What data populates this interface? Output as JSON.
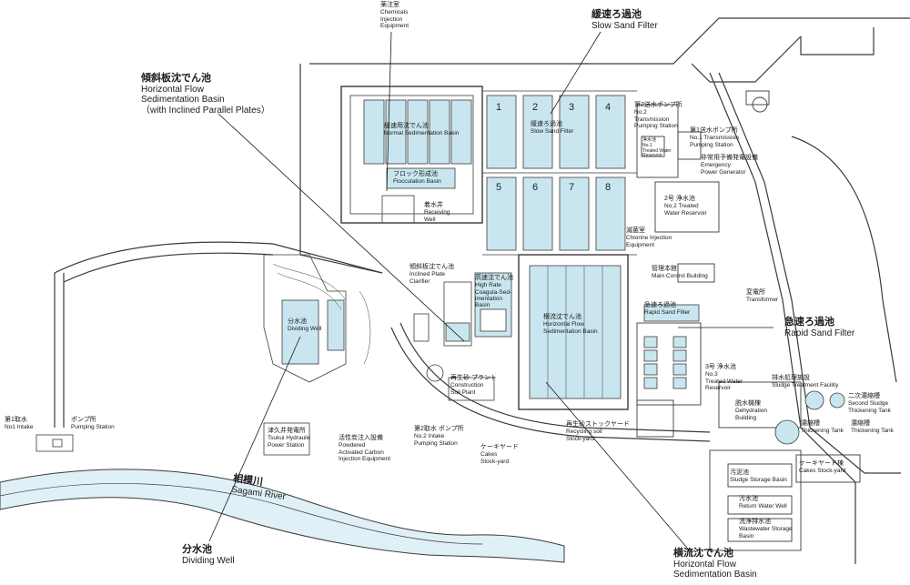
{
  "colors": {
    "water": "#c9e6f0",
    "line": "#3a3a3a",
    "river": "#dff0f6",
    "background": "#ffffff"
  },
  "callouts": {
    "slow_sand_filter": {
      "jp": "緩速ろ過池",
      "en": "Slow Sand Filter"
    },
    "horizontal_flow_inclined": {
      "jp": "傾斜板沈でん池",
      "en1": "Horizontal Flow",
      "en2": "Sedimentation Basin",
      "en3": "（with Inclined Parallel Plates）"
    },
    "rapid_sand_filter": {
      "jp": "急速ろ過池",
      "en": "Rapid Sand Filter"
    },
    "horizontal_flow": {
      "jp": "横流沈でん池",
      "en1": "Horizontal Flow",
      "en2": "Sedimentation Basin"
    },
    "dividing_well": {
      "jp": "分水池",
      "en": "Dividing Well"
    },
    "sagami_river": {
      "jp": "相模川",
      "en": "Sagami River"
    }
  },
  "labels": {
    "chemicals_injection": {
      "jp": "薬注室",
      "en1": "Chemicals",
      "en2": "Injection",
      "en3": "Equipment"
    },
    "normal_sedimentation": {
      "jp": "緩速用沈でん池",
      "en": "Normal Sedimentation Basin"
    },
    "slow_sand_filter_small": {
      "jp": "緩速ろ過池",
      "en": "Slow Sand Filter"
    },
    "flocculation": {
      "jp": "フロック形成池",
      "en": "Flocculation Basin"
    },
    "receiving_well": {
      "jp": "着水井",
      "en1": "Receiving",
      "en2": "Well"
    },
    "no2_transmission": {
      "jp": "第2送水ポンプ所",
      "en1": "No.2",
      "en2": "Transmission",
      "en3": "Pumping Station"
    },
    "no1_transmission": {
      "jp": "第1送水ポンプ所",
      "en1": "No.1 Transmission",
      "en2": "Pumping Station"
    },
    "treated_water_reservoir_small": {
      "jp": "浄水池",
      "en1": "No.1",
      "en2": "Treated Water",
      "en3": "Reservoir"
    },
    "emergency_generator": {
      "jp": "非常用予備発電設備",
      "en1": "Emergency",
      "en2": "Power Generator"
    },
    "no2_treated_reservoir": {
      "jp": "2号 浄水池",
      "en1": "No.2 Treated",
      "en2": "Water Reservoir"
    },
    "chlorine_injection": {
      "jp": "滅菌室",
      "en1": "Chlorine Injection",
      "en2": "Equipment"
    },
    "main_control": {
      "jp": "管理本館",
      "en": "Main Control Building"
    },
    "transformer": {
      "jp": "変電所",
      "en": "Transformer"
    },
    "inclined_plate_clarifier": {
      "jp": "傾斜板沈でん池",
      "en1": "Inclined Plate",
      "en2": "Clarifier"
    },
    "high_rate": {
      "jp": "高速沈でん池",
      "en1": "High Rate",
      "en2": "Coagula-Sed-",
      "en3": "imentation",
      "en4": "Basin"
    },
    "horizontal_flow_small": {
      "jp": "横流沈でん池",
      "en1": "Horizontal Flow",
      "en2": "Sedimentation Basin"
    },
    "rapid_sand_filter_small": {
      "jp": "急速ろ過池",
      "en": "Rapid Sand Filter"
    },
    "no3_treated_reservoir": {
      "jp": "3号 浄水池",
      "en1": "No.3",
      "en2": "Treated Water",
      "en3": "Reservoir"
    },
    "sludge_treatment": {
      "jp": "排水処理施設",
      "en": "Sludge Treatment Facility"
    },
    "second_sludge_thickening": {
      "jp": "二次濃縮槽",
      "en1": "Second Sludge",
      "en2": "Thickening Tank"
    },
    "thickening_tank_right": {
      "jp": "濃縮槽",
      "en": "Thickening Tank"
    },
    "dehydration": {
      "jp": "脱水機棟",
      "en1": "Dehydration",
      "en2": "Building"
    },
    "thickening_tank": {
      "jp": "濃縮槽",
      "en": "Thickening Tank"
    },
    "cakes_stockyard_right": {
      "jp": "ケーキヤード棟",
      "en": "Cakes Stock-yard"
    },
    "sludge_storage": {
      "jp": "汚泥池",
      "en": "Sludge Storage Basin"
    },
    "return_water": {
      "jp": "汚水池",
      "en": "Return Water Well"
    },
    "wastewater_storage": {
      "jp": "洗浄排水池",
      "en1": "Wastewater Storage",
      "en2": "Basin"
    },
    "construction_soil": {
      "jp": "再生砂 プラント",
      "en1": "Construction",
      "en2": "Soil Plant"
    },
    "recycling_soil": {
      "jp": "再生砂ストックヤード",
      "en1": "Recycling soil",
      "en2": "Stock-yard"
    },
    "cakes_stockyard": {
      "jp": "ケーキヤード",
      "en1": "Cakes",
      "en2": "Stock-yard"
    },
    "no2_intake": {
      "jp": "第2取水 ポンプ所",
      "en1": "No.2 Intake",
      "en2": "Pumping Station"
    },
    "pac_injection": {
      "jp": "活性炭注入設備",
      "en1": "Powdered",
      "en2": "Activated Carbon",
      "en3": "Injection Equipment"
    },
    "tsukui_power": {
      "jp": "津久井発電所",
      "en1": "Tsukui Hydraulic",
      "en2": "Power Station"
    },
    "dividing_well_small": {
      "jp": "分水池",
      "en": "Dividing Well"
    },
    "no1_intake": {
      "jp": "第1取水",
      "en": "No1 Intake"
    },
    "pumping_station": {
      "jp": "ポンプ所",
      "en": "Pumping Station"
    }
  },
  "filter_numbers": [
    "1",
    "2",
    "3",
    "4",
    "5",
    "6",
    "7",
    "8"
  ]
}
